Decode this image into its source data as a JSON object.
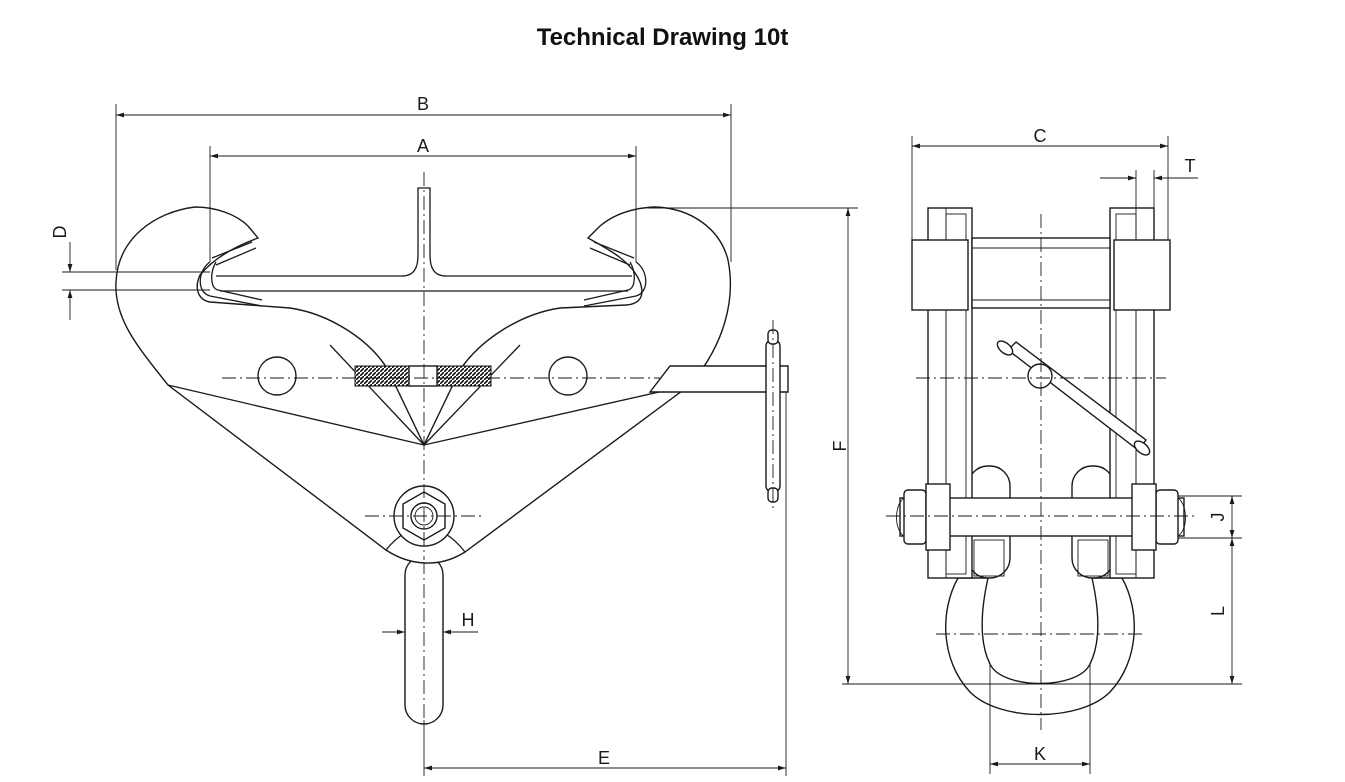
{
  "title": "Technical Drawing 10t",
  "dimensions": {
    "A": "A",
    "B": "B",
    "C": "C",
    "D": "D",
    "E": "E",
    "F": "F",
    "H": "H",
    "J": "J",
    "K": "K",
    "L": "L",
    "T": "T"
  },
  "colors": {
    "line": "#1a1a1a",
    "background": "#ffffff"
  }
}
